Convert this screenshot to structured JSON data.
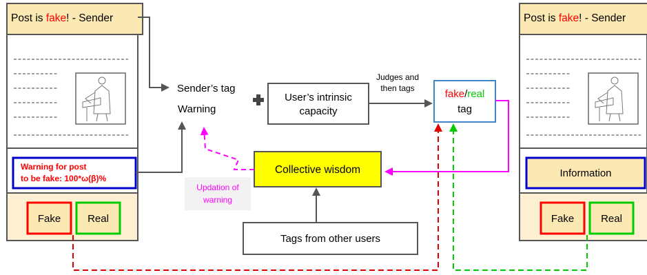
{
  "left_post": {
    "header_prefix": "Post is ",
    "header_fake": "fake",
    "header_suffix": "! - Sender",
    "warning_line1": "Warning for post",
    "warning_line2": "to be fake: 100*ω(β)%",
    "fake_button": "Fake",
    "real_button": "Real"
  },
  "right_post": {
    "header_prefix": "Post is ",
    "header_fake": "fake",
    "header_suffix": "! - Sender",
    "info_label": "Information",
    "fake_button": "Fake",
    "real_button": "Real"
  },
  "center": {
    "senders_tag": "Sender’s tag",
    "warning": "Warning",
    "capacity_line1": "User’s intrinsic",
    "capacity_line2": "capacity",
    "judges_line1": "Judges and",
    "judges_line2": "then tags",
    "tag_fake": "fake",
    "tag_slash": "/",
    "tag_real": "real",
    "tag_word": "tag",
    "collective_wisdom": "Collective wisdom",
    "updation_line1": "Updation of",
    "updation_line2": "warning",
    "tags_from_others": "Tags from other users"
  },
  "colors": {
    "post_header_bg": "#fce8b2",
    "fake_red": "#ff0000",
    "real_green": "#00cc00",
    "warning_border": "#0000cc",
    "collective_bg": "#ffff00",
    "magenta": "#ff00ff",
    "tag_border": "#3d85c6",
    "red_dash": "#e00000",
    "green_dash": "#00cc00"
  }
}
